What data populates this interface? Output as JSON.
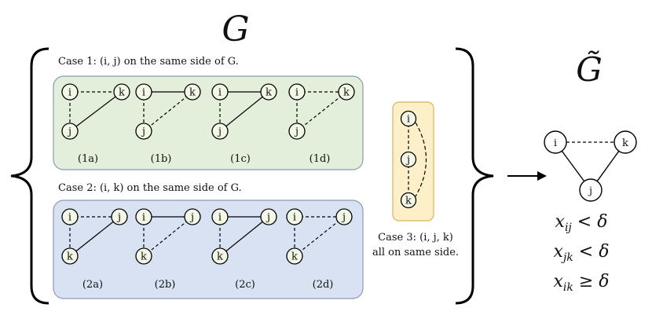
{
  "left": {
    "title": "G",
    "case1": {
      "label": "Case 1: (i, j) on the same side of G.",
      "panels": [
        "(1a)",
        "(1b)",
        "(1c)",
        "(1d)"
      ]
    },
    "case2": {
      "label": "Case 2: (i, k) on the same side of G.",
      "panels": [
        "(2a)",
        "(2b)",
        "(2c)",
        "(2d)"
      ]
    },
    "case3": {
      "label_line1": "Case 3: (i, j, k)",
      "label_line2": "all on same side."
    }
  },
  "right": {
    "title": "G̃",
    "inequalities": [
      "x_ij < δ",
      "x_jk < δ",
      "x_ik ≥ δ"
    ]
  },
  "nodes": {
    "i": "i",
    "j": "j",
    "k": "k"
  },
  "colors": {
    "case1_fill": "#e3eedb",
    "case2_fill": "#d9e2f2",
    "case3_fill": "#fdf0c8",
    "case3_stroke": "#d6b25e",
    "panel_stroke": "#8a9bb8",
    "node_fill": "#f3f8e6"
  }
}
